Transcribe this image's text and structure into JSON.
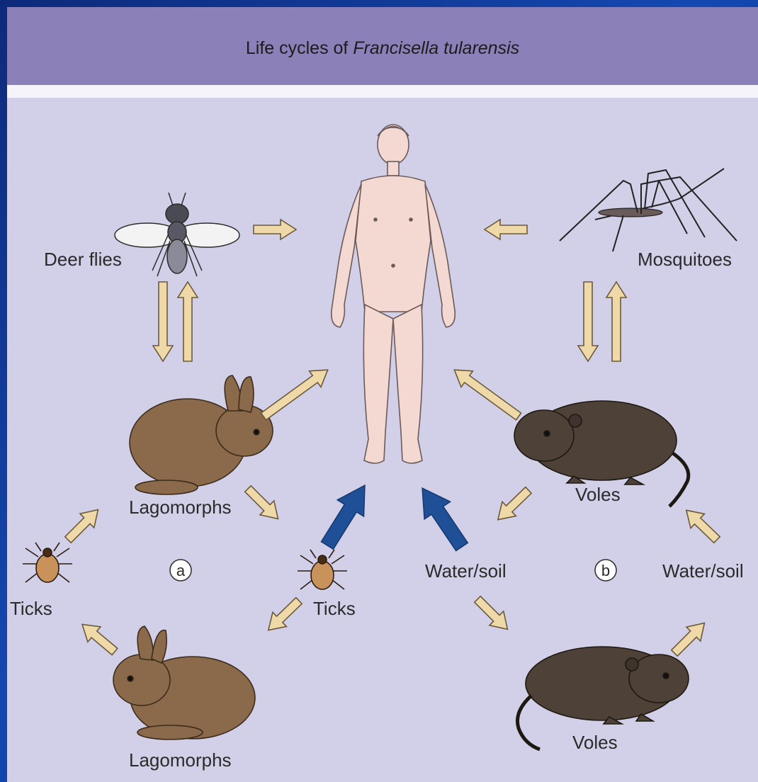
{
  "title": {
    "prefix": "Life cycles of ",
    "italic": "Francisella tularensis"
  },
  "labels": {
    "deer_flies": "Deer flies",
    "mosquitoes": "Mosquitoes",
    "lagomorphs_top": "Lagomorphs",
    "lagomorphs_bottom": "Lagomorphs",
    "ticks_left": "Ticks",
    "ticks_center": "Ticks",
    "water_soil_center": "Water/soil",
    "water_soil_right": "Water/soil",
    "voles_top": "Voles",
    "voles_bottom": "Voles",
    "cycle_a": "a",
    "cycle_b": "b"
  },
  "colors": {
    "background_border": "#1448b0",
    "panel": "#d2d0e8",
    "header": "#8c80b9",
    "arrow_fill": "#efd9a8",
    "arrow_blue": "#1f4f97",
    "rabbit": "#8a6a4a",
    "vole": "#4e4138",
    "human_skin": "#f4d8d2"
  }
}
